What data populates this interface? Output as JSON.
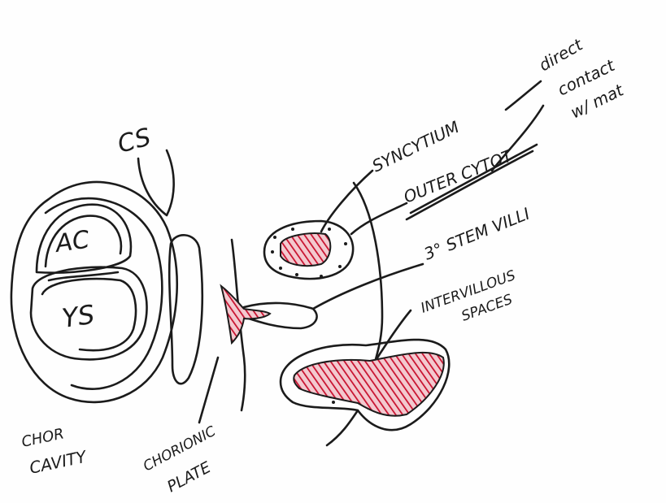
{
  "labels": {
    "cs": "CS",
    "ac": "AC",
    "ys": "YS",
    "chor_cavity_line1": "CHOR",
    "chor_cavity_line2": "CAVITY",
    "chorionic_plate_line1": "CHORIONIC",
    "chorionic_plate_line2": "PLATE",
    "syncytium": "SYNCYTIUM",
    "outer_cytot": "OUTER CYTOT",
    "direct_contact_line1": "direct",
    "direct_contact_line2": "contact",
    "direct_contact_line3": "w/ mat",
    "stem_villi": "3° STEM VILLI",
    "intervillous_line1": "INTERVILLOUS",
    "intervillous_line2": "SPACES"
  },
  "colors": {
    "ink": "#1b1b1b",
    "hatch_red": "#c8102e",
    "paper": "#fefefe"
  }
}
